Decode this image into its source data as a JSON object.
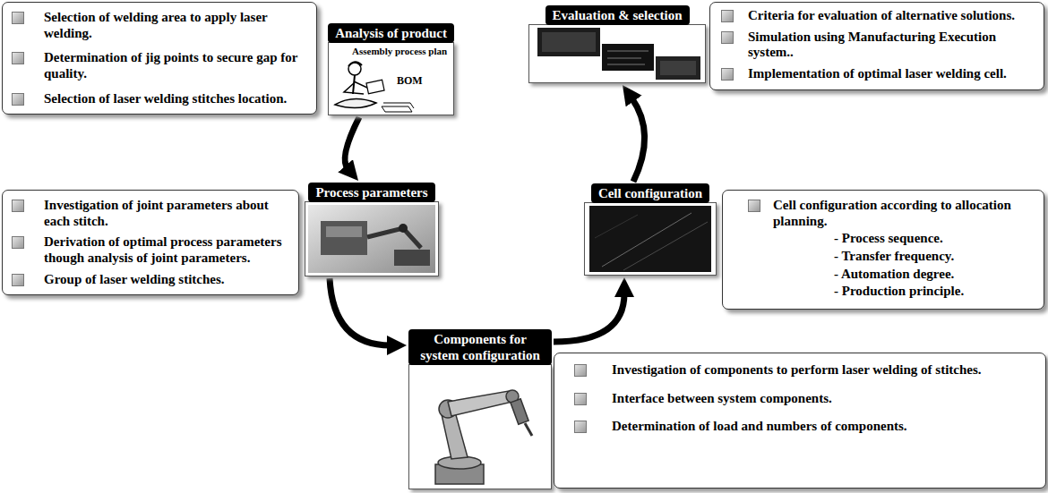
{
  "diagram": {
    "nodes": [
      {
        "text": [
          "Selection of welding area to apply laser welding.",
          "Determination of jig points to secure gap for quality.",
          "Selection of laser welding stitches location."
        ]
      },
      {
        "text": [
          "Analysis of product",
          "Assembly process plan",
          "BOM"
        ]
      },
      {
        "text": [
          "Evaluation & selection"
        ]
      },
      {
        "text": [
          "Criteria for evaluation of alternative solutions.",
          "Simulation using Manufacturing Execution system..",
          "Implementation of optimal laser welding cell."
        ]
      },
      {
        "text": [
          "Investigation of joint parameters about each stitch.",
          "Derivation of optimal process parameters though analysis of joint parameters.",
          "Group of laser welding stitches."
        ]
      },
      {
        "text": [
          "Process parameters"
        ]
      },
      {
        "text": [
          "Cell configuration"
        ]
      },
      {
        "text": [
          "Cell configuration according to allocation planning.",
          "- Process sequence.",
          "- Transfer frequency.",
          "- Automation degree.",
          "- Production principle."
        ]
      },
      {
        "text": [
          "Components for system configuration"
        ]
      },
      {
        "text": [
          "Investigation of components to perform laser welding of stitches.",
          "Interface between system components.",
          "Determination of load and numbers of components."
        ]
      }
    ],
    "edges": [
      {
        "from": 1,
        "to": 5,
        "arrow": "to"
      },
      {
        "from": 5,
        "to": 8,
        "arrow": "to"
      },
      {
        "from": 8,
        "to": 6,
        "arrow": "to"
      },
      {
        "from": 6,
        "to": 2,
        "arrow": "to"
      }
    ]
  }
}
